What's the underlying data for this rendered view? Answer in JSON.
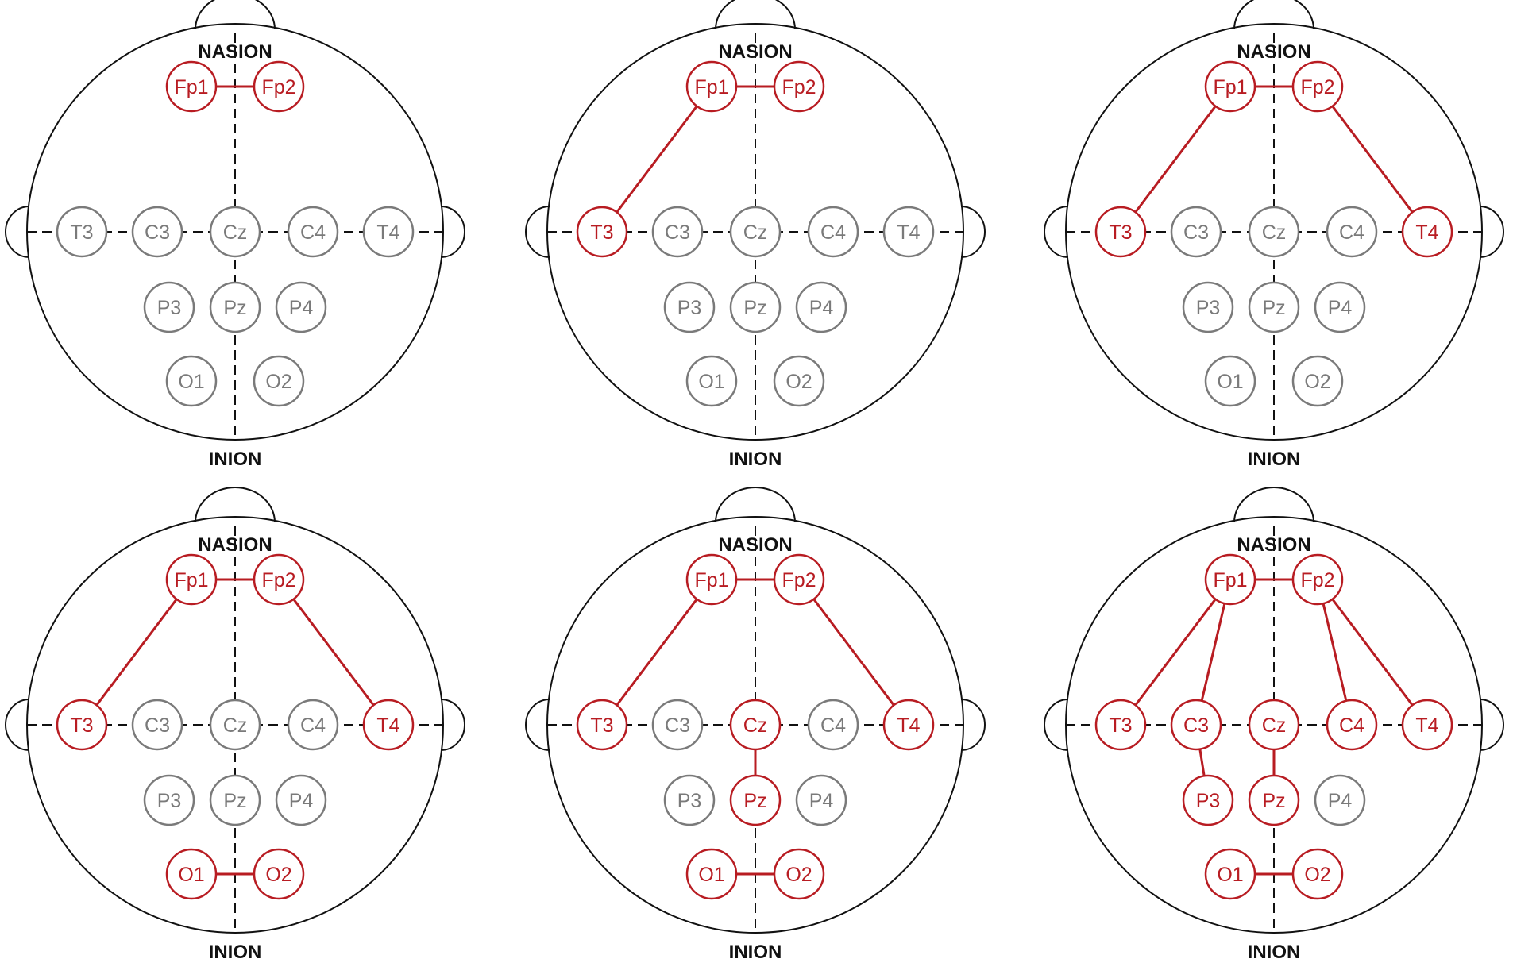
{
  "colors": {
    "active": "#b81c22",
    "inactive": "#7a7a7a",
    "outline": "#111111"
  },
  "landmarks": {
    "top": "NASION",
    "bottom": "INION"
  },
  "electrodes": [
    "Fp1",
    "Fp2",
    "T3",
    "C3",
    "Cz",
    "C4",
    "T4",
    "P3",
    "Pz",
    "P4",
    "O1",
    "O2"
  ],
  "panels": [
    {
      "active": [
        "Fp1",
        "Fp2"
      ],
      "links": [
        [
          "Fp1",
          "Fp2"
        ]
      ]
    },
    {
      "active": [
        "Fp1",
        "Fp2",
        "T3"
      ],
      "links": [
        [
          "Fp1",
          "Fp2"
        ],
        [
          "Fp1",
          "T3"
        ]
      ]
    },
    {
      "active": [
        "Fp1",
        "Fp2",
        "T3",
        "T4"
      ],
      "links": [
        [
          "Fp1",
          "Fp2"
        ],
        [
          "Fp1",
          "T3"
        ],
        [
          "Fp2",
          "T4"
        ]
      ]
    },
    {
      "active": [
        "Fp1",
        "Fp2",
        "T3",
        "T4",
        "O1",
        "O2"
      ],
      "links": [
        [
          "Fp1",
          "Fp2"
        ],
        [
          "Fp1",
          "T3"
        ],
        [
          "Fp2",
          "T4"
        ],
        [
          "O1",
          "O2"
        ]
      ]
    },
    {
      "active": [
        "Fp1",
        "Fp2",
        "T3",
        "T4",
        "Cz",
        "Pz",
        "O1",
        "O2"
      ],
      "links": [
        [
          "Fp1",
          "Fp2"
        ],
        [
          "Fp1",
          "T3"
        ],
        [
          "Fp2",
          "T4"
        ],
        [
          "Cz",
          "Pz"
        ],
        [
          "O1",
          "O2"
        ]
      ]
    },
    {
      "active": [
        "Fp1",
        "Fp2",
        "T3",
        "C3",
        "Cz",
        "C4",
        "T4",
        "P3",
        "Pz",
        "O1",
        "O2"
      ],
      "links": [
        [
          "Fp1",
          "Fp2"
        ],
        [
          "Fp1",
          "T3"
        ],
        [
          "Fp1",
          "C3"
        ],
        [
          "Fp2",
          "C4"
        ],
        [
          "Fp2",
          "T4"
        ],
        [
          "C3",
          "P3"
        ],
        [
          "Cz",
          "Pz"
        ],
        [
          "O1",
          "O2"
        ]
      ]
    }
  ]
}
